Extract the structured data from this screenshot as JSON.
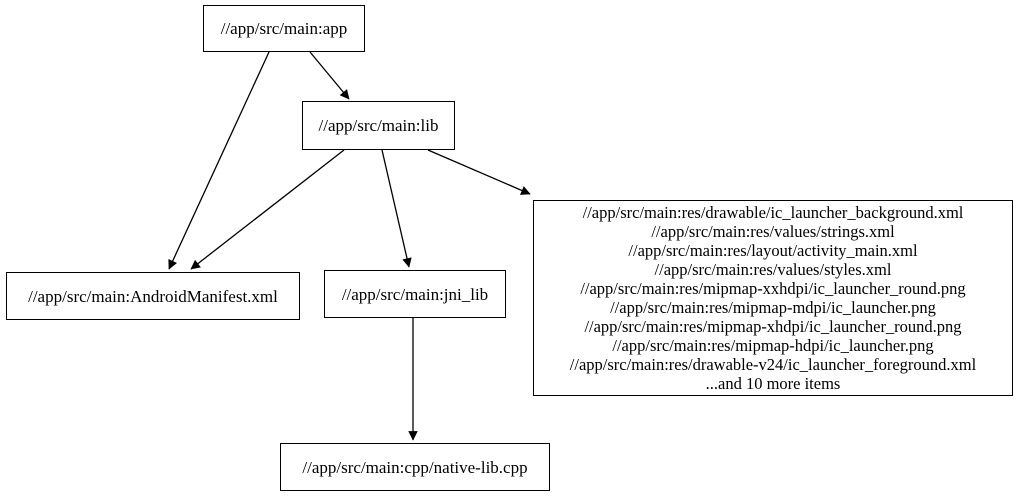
{
  "diagram": {
    "type": "dependency-graph",
    "background_color": "#ffffff",
    "node_border_color": "#000000",
    "edge_color": "#000000",
    "text_color": "#000000",
    "nodes": {
      "app": {
        "label": "//app/src/main:app"
      },
      "lib": {
        "label": "//app/src/main:lib"
      },
      "android_manifest": {
        "label": "//app/src/main:AndroidManifest.xml"
      },
      "jni_lib": {
        "label": "//app/src/main:jni_lib"
      },
      "res_group": {
        "lines": [
          "//app/src/main:res/drawable/ic_launcher_background.xml",
          "//app/src/main:res/values/strings.xml",
          "//app/src/main:res/layout/activity_main.xml",
          "//app/src/main:res/values/styles.xml",
          "//app/src/main:res/mipmap-xxhdpi/ic_launcher_round.png",
          "//app/src/main:res/mipmap-mdpi/ic_launcher.png",
          "//app/src/main:res/mipmap-xhdpi/ic_launcher_round.png",
          "//app/src/main:res/mipmap-hdpi/ic_launcher.png",
          "//app/src/main:res/drawable-v24/ic_launcher_foreground.xml",
          "...and 10 more items"
        ]
      },
      "native_lib_cpp": {
        "label": "//app/src/main:cpp/native-lib.cpp"
      }
    },
    "edges": [
      {
        "from": "app",
        "to": "lib"
      },
      {
        "from": "app",
        "to": "android_manifest"
      },
      {
        "from": "lib",
        "to": "android_manifest"
      },
      {
        "from": "lib",
        "to": "jni_lib"
      },
      {
        "from": "lib",
        "to": "res_group"
      },
      {
        "from": "jni_lib",
        "to": "native_lib_cpp"
      }
    ]
  }
}
